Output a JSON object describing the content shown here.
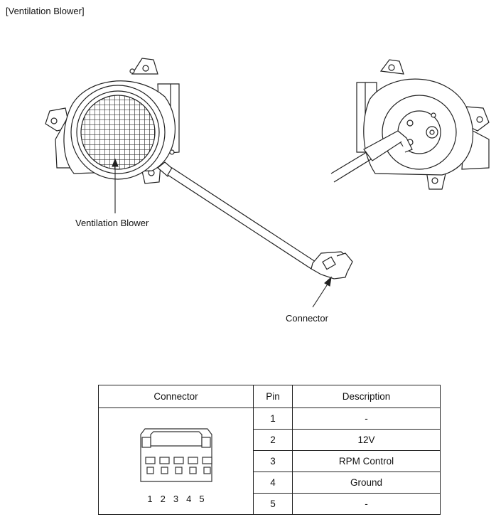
{
  "title": "[Ventilation Blower]",
  "labels": {
    "blower": "Ventilation Blower",
    "connector": "Connector"
  },
  "table": {
    "headers": [
      "Connector",
      "Pin",
      "Description"
    ],
    "rows": [
      {
        "pin": "1",
        "description": "-"
      },
      {
        "pin": "2",
        "description": "12V"
      },
      {
        "pin": "3",
        "description": "RPM Control"
      },
      {
        "pin": "4",
        "description": "Ground"
      },
      {
        "pin": "5",
        "description": "-"
      }
    ],
    "connector_pin_numbers": [
      "1",
      "2",
      "3",
      "4",
      "5"
    ]
  }
}
